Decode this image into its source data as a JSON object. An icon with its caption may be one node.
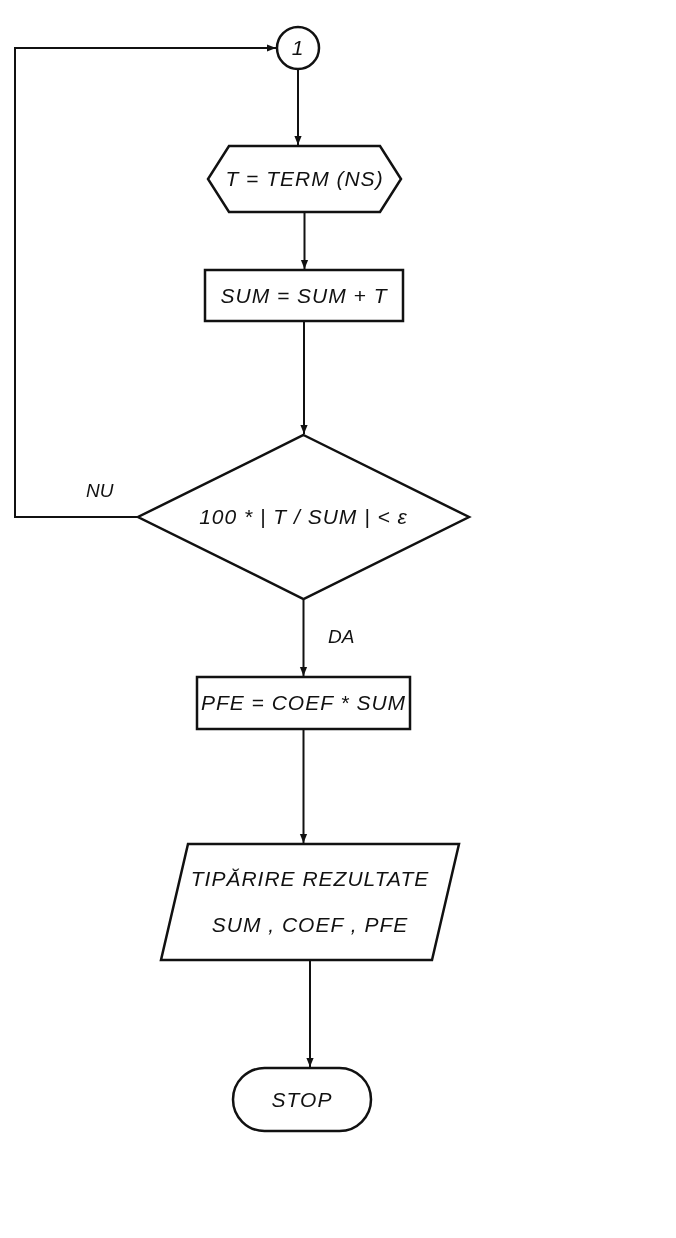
{
  "diagram": {
    "nodes": [
      {
        "text": [
          "1"
        ]
      },
      {
        "text": [
          "T = TERM (NS)"
        ]
      },
      {
        "text": [
          "SUM = SUM + T"
        ]
      },
      {
        "text": [
          "100 * | T / SUM | < ε"
        ]
      },
      {
        "text": [
          "PFE = COEF * SUM"
        ]
      },
      {
        "text": [
          "TIPĂRIRE REZULTATE",
          "SUM , COEF , PFE"
        ]
      },
      {
        "text": [
          "STOP"
        ]
      }
    ],
    "edges": [
      {
        "from": 0,
        "to": 1,
        "arrow": "to"
      },
      {
        "from": 1,
        "to": 2,
        "arrow": "to"
      },
      {
        "from": 2,
        "to": 3,
        "arrow": "to"
      },
      {
        "from": 3,
        "to": 4,
        "arrow": "to",
        "label": "DA"
      },
      {
        "from": 4,
        "to": 5,
        "arrow": "to"
      },
      {
        "from": 5,
        "to": 6,
        "arrow": "to"
      },
      {
        "from": 3,
        "to": 0,
        "arrow": "to",
        "label": "NU"
      }
    ]
  }
}
